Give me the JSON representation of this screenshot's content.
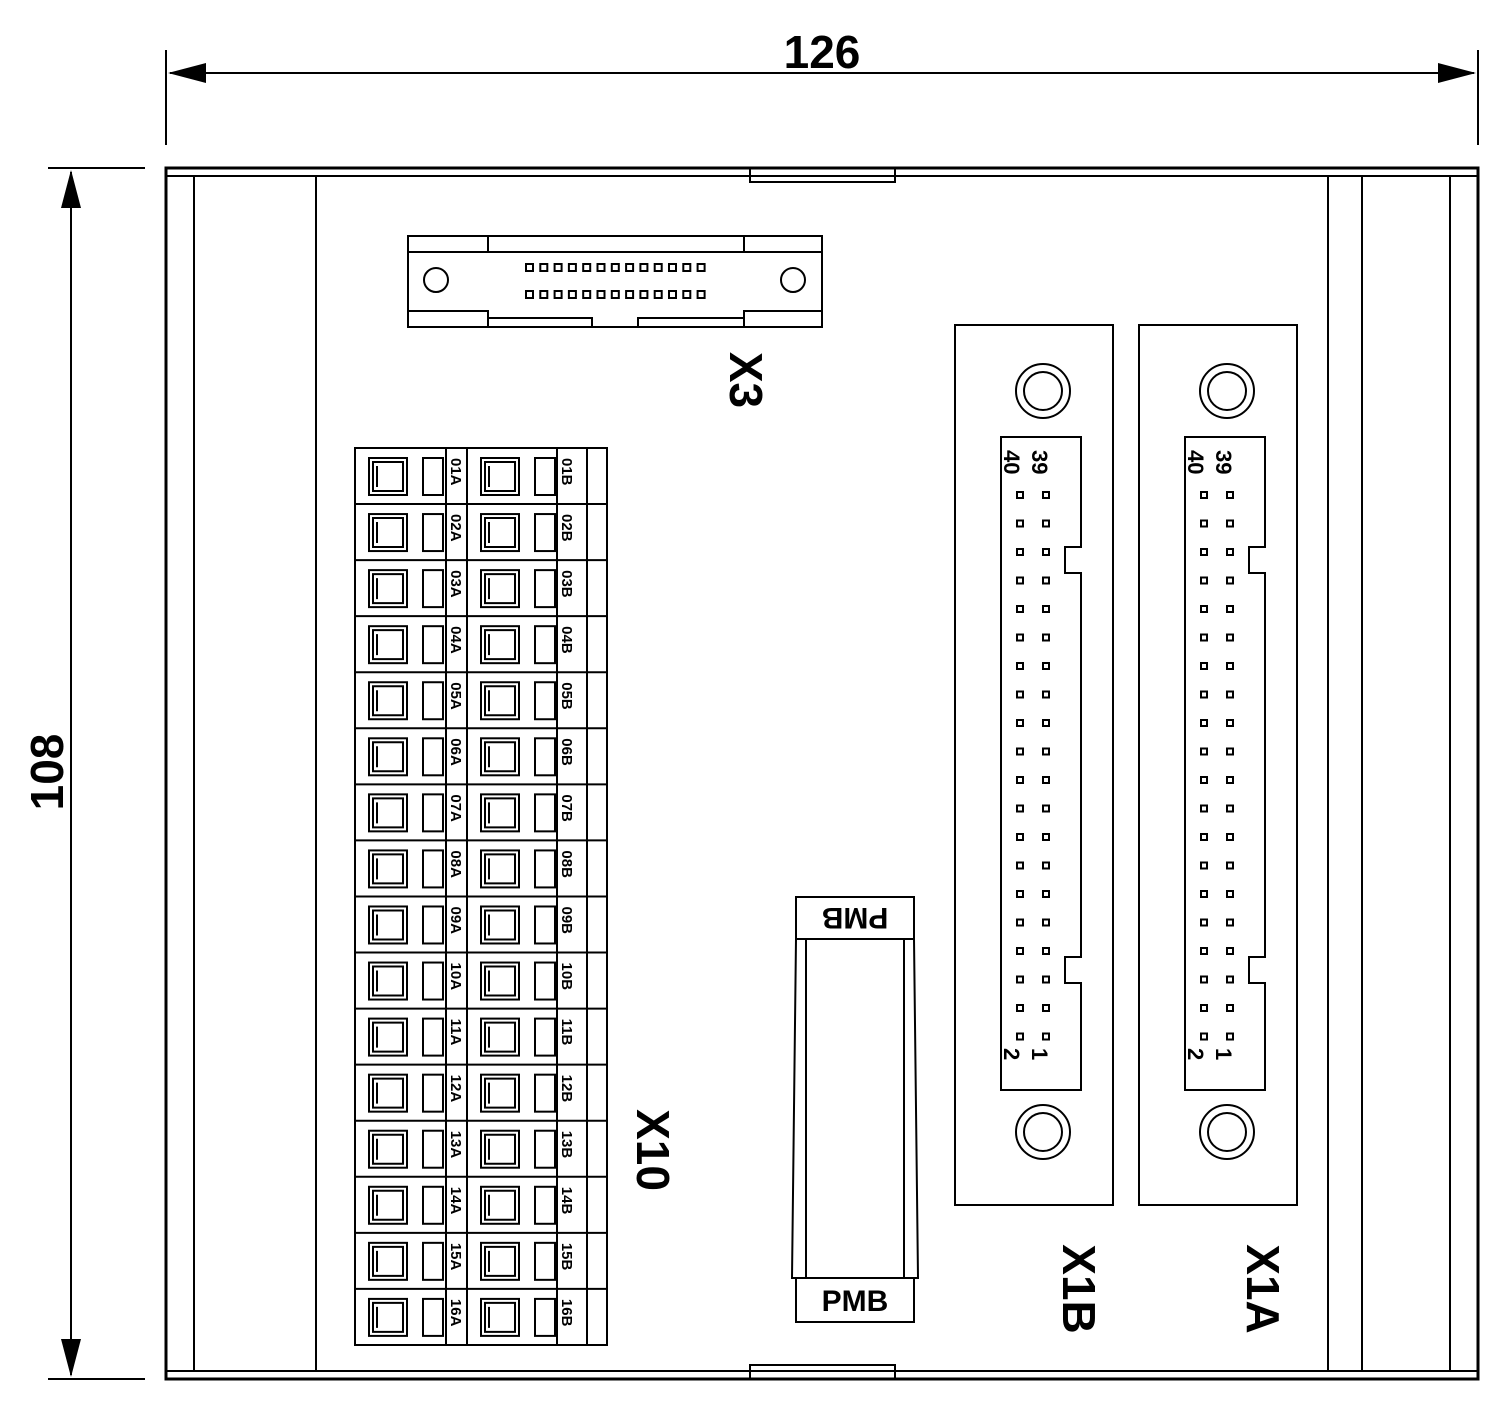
{
  "dimensions": {
    "width": "126",
    "height": "108"
  },
  "connectors": {
    "x3": {
      "label": "X3"
    },
    "x10": {
      "label": "X10",
      "terminals_a": [
        "01A",
        "02A",
        "03A",
        "04A",
        "05A",
        "06A",
        "07A",
        "08A",
        "09A",
        "10A",
        "11A",
        "12A",
        "13A",
        "14A",
        "15A",
        "16A"
      ],
      "terminals_b": [
        "01B",
        "02B",
        "03B",
        "04B",
        "05B",
        "06B",
        "07B",
        "08B",
        "09B",
        "10B",
        "11B",
        "12B",
        "13B",
        "14B",
        "15B",
        "16B"
      ]
    },
    "x1b": {
      "label": "X1B",
      "pin_top_left": "40",
      "pin_top_right": "39",
      "pin_bottom_left": "2",
      "pin_bottom_right": "1"
    },
    "x1a": {
      "label": "X1A",
      "pin_top_left": "40",
      "pin_top_right": "39",
      "pin_bottom_left": "2",
      "pin_bottom_right": "1"
    }
  },
  "pmb": {
    "top_label": "PMB",
    "bottom_label": "PMB"
  }
}
